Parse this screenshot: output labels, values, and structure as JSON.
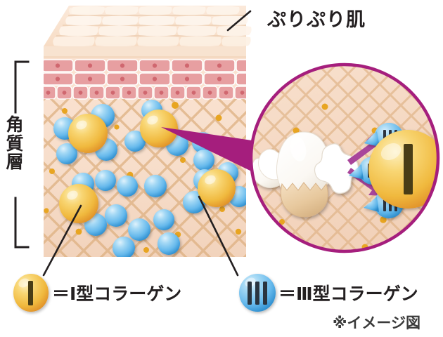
{
  "title": "ぷりぷり肌 コラーゲン イメージ図",
  "labels": {
    "top": "ぷりぷり肌",
    "left_vertical": [
      "角",
      "質",
      "層"
    ]
  },
  "legend": [
    {
      "id": "type1",
      "symbol": "Ⅰ",
      "bars": 1,
      "text": "＝Ⅰ型コラーゲン",
      "color": "#F0B93E",
      "highlight": "#FBE6A4",
      "edge": "#E39B2E"
    },
    {
      "id": "type3",
      "symbol": "Ⅲ",
      "bars": 3,
      "text": "＝Ⅲ型コラーゲン",
      "color": "#63B8EC",
      "highlight": "#BFE4F8",
      "edge": "#2E8FD0"
    }
  ],
  "note": "※イメージ図",
  "colors": {
    "magenta": "#A51E7D",
    "arrow_purple": "#A8459B",
    "skin_top": "#F7DCC4",
    "skin_surface": "#FAE7D6",
    "dermis": "#F6DECA",
    "mesh": "#DDAE7E",
    "epidermis_cell": "#E8A0A0",
    "epidermis_cell_dot": "#D06A72",
    "leader_line": "#231f20",
    "egg_white": "#FFFFFF",
    "egg_shell": "#E8C79C",
    "dot_gold": "#E8A521"
  },
  "magnifier": {
    "content": "卵殻膜からⅢ型コラーゲンが生まれる様子",
    "egg": "cracked-eggshell",
    "arrows": 2,
    "droplets": [
      {
        "symbol": "Ⅲ",
        "bars": 3
      },
      {
        "symbol": "Ⅲ",
        "bars": 3
      },
      {
        "symbol": "Ⅲ",
        "bars": 3
      }
    ],
    "big_sphere": {
      "symbol": "Ⅰ",
      "bars": 1
    }
  },
  "skin_block": {
    "epidermis_rows": 2,
    "basal_row": 1,
    "type1_spheres": 4,
    "type3_spheres": 22
  }
}
